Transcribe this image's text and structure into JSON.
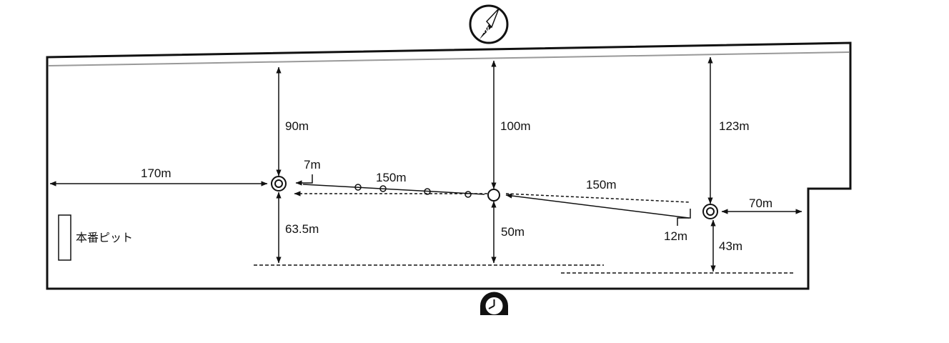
{
  "labels": {
    "d_170": "170m",
    "d_90": "90m",
    "d_7": "7m",
    "d_150_left": "150m",
    "d_100": "100m",
    "d_150_right": "150m",
    "d_123": "123m",
    "d_70": "70m",
    "d_63_5": "63.5m",
    "d_50": "50m",
    "d_12": "12m",
    "d_43": "43m",
    "pit": "本番ピット"
  },
  "icons": {
    "compass": "compass-north-icon",
    "clock": "clock-icon"
  },
  "colors": {
    "line": "#111111",
    "shore": "#9a9a9a",
    "background": "#ffffff"
  }
}
